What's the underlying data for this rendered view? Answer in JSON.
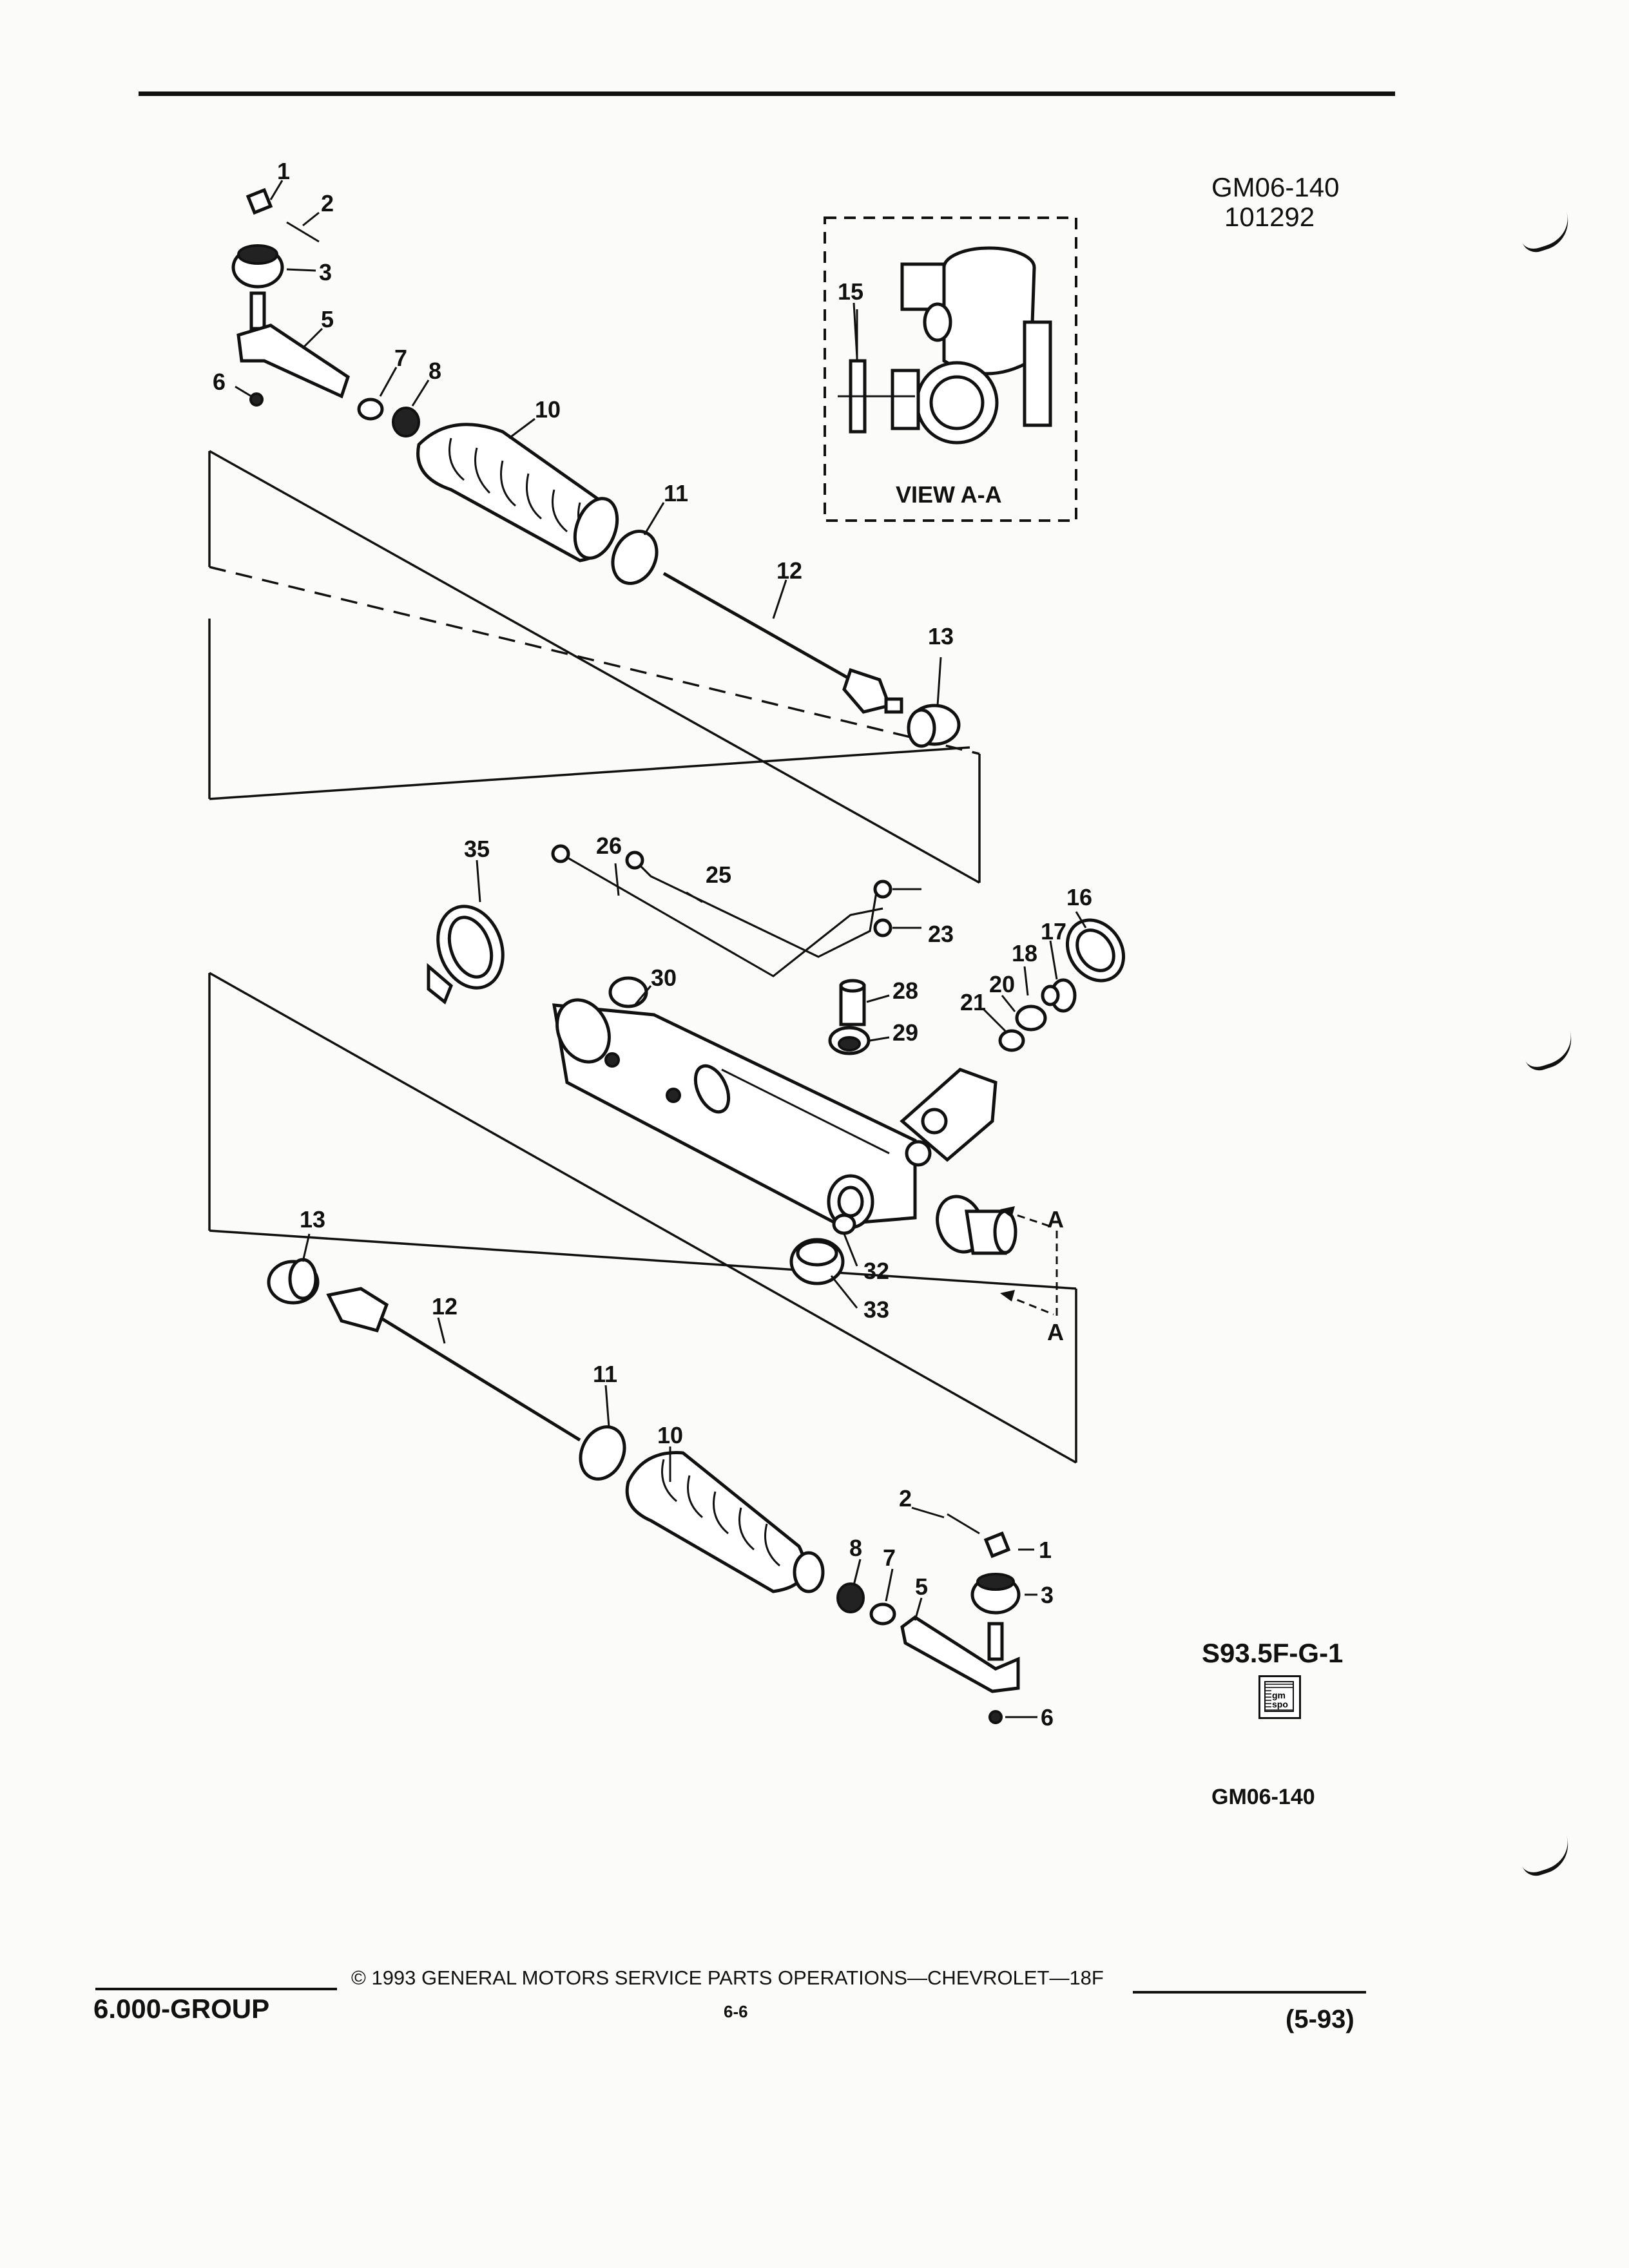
{
  "header": {
    "ref_code": "GM06-140",
    "ref_date": "101292"
  },
  "view_label": "VIEW A-A",
  "section_label": "A",
  "callouts": [
    {
      "id": "c1-top",
      "text": "1"
    },
    {
      "id": "c2-top",
      "text": "2"
    },
    {
      "id": "c3-top",
      "text": "3"
    },
    {
      "id": "c5-top",
      "text": "5"
    },
    {
      "id": "c6-top",
      "text": "6"
    },
    {
      "id": "c7-top",
      "text": "7"
    },
    {
      "id": "c8-top",
      "text": "8"
    },
    {
      "id": "c10-top",
      "text": "10"
    },
    {
      "id": "c11-top",
      "text": "11"
    },
    {
      "id": "c12-top",
      "text": "12"
    },
    {
      "id": "c13-top",
      "text": "13"
    },
    {
      "id": "c15",
      "text": "15"
    },
    {
      "id": "c16",
      "text": "16"
    },
    {
      "id": "c17",
      "text": "17"
    },
    {
      "id": "c18",
      "text": "18"
    },
    {
      "id": "c20",
      "text": "20"
    },
    {
      "id": "c21",
      "text": "21"
    },
    {
      "id": "c23",
      "text": "23"
    },
    {
      "id": "c25",
      "text": "25"
    },
    {
      "id": "c26",
      "text": "26"
    },
    {
      "id": "c28",
      "text": "28"
    },
    {
      "id": "c29",
      "text": "29"
    },
    {
      "id": "c30",
      "text": "30"
    },
    {
      "id": "c32",
      "text": "32"
    },
    {
      "id": "c33",
      "text": "33"
    },
    {
      "id": "c35",
      "text": "35"
    },
    {
      "id": "c13-bot",
      "text": "13"
    },
    {
      "id": "c12-bot",
      "text": "12"
    },
    {
      "id": "c11-bot",
      "text": "11"
    },
    {
      "id": "c10-bot",
      "text": "10"
    },
    {
      "id": "c2-bot",
      "text": "2"
    },
    {
      "id": "c1-bot",
      "text": "1"
    },
    {
      "id": "c3-bot",
      "text": "3"
    },
    {
      "id": "c8-bot",
      "text": "8"
    },
    {
      "id": "c7-bot",
      "text": "7"
    },
    {
      "id": "c5-bot",
      "text": "5"
    },
    {
      "id": "c6-bot",
      "text": "6"
    }
  ],
  "catalog": {
    "code": "S93.5F-G-1",
    "logo_text": "gm spo",
    "figure_code": "GM06-140"
  },
  "footer": {
    "copyright": "©  1993  GENERAL MOTORS SERVICE PARTS OPERATIONS—CHEVROLET—18F",
    "group": "6.000-GROUP",
    "page": "6-6",
    "date": "(5-93)"
  }
}
